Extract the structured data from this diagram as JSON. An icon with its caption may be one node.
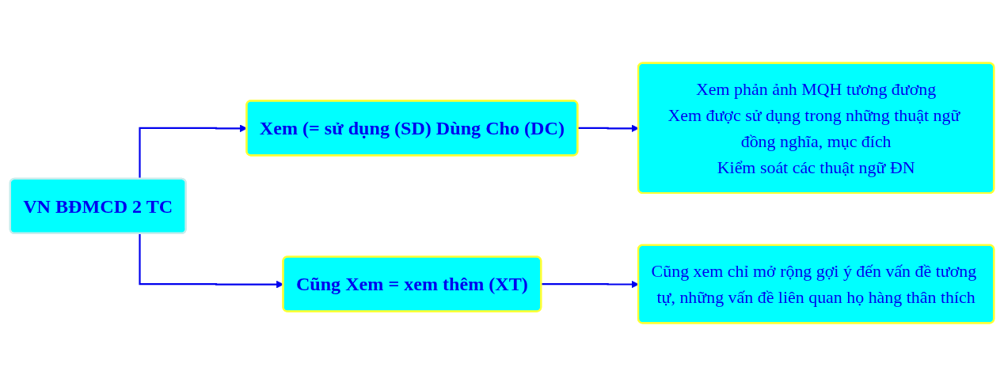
{
  "diagram": {
    "nodes": [
      {
        "text": [
          "VN BĐMCD 2 TC"
        ]
      },
      {
        "text": [
          "Xem (= sử dụng (SD) Dùng Cho (DC)"
        ]
      },
      {
        "text": [
          "Xem phản ảnh MQH tương đương",
          "Xem được sử dụng trong những thuật ngữ đồng nghĩa, mục đích",
          "Kiểm soát các thuật ngữ ĐN"
        ]
      },
      {
        "text": [
          "Cũng Xem = xem thêm (XT)"
        ]
      },
      {
        "text": [
          "Cũng xem chỉ mở rộng gợi ý đến vấn đề tương tự, những vấn đề liên quan họ hàng thân thích"
        ]
      }
    ],
    "edges": [
      {
        "from": 0,
        "to": 1,
        "arrow": "to"
      },
      {
        "from": 1,
        "to": 2,
        "arrow": "to"
      },
      {
        "from": 0,
        "to": 3,
        "arrow": "to"
      },
      {
        "from": 3,
        "to": 4,
        "arrow": "to"
      }
    ]
  }
}
